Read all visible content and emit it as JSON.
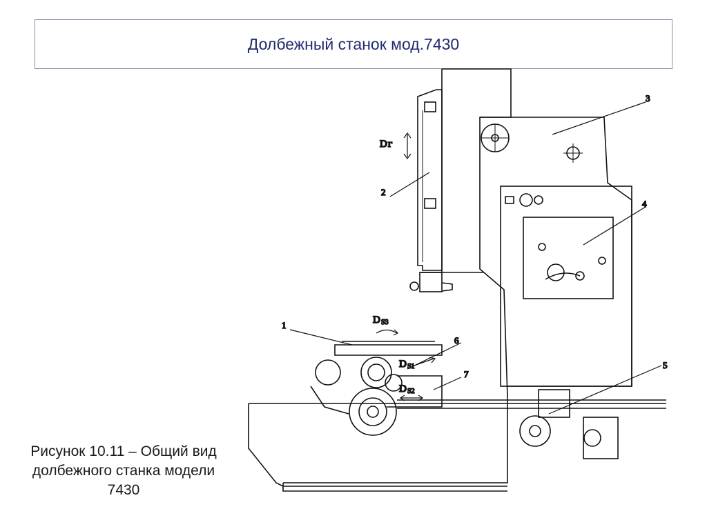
{
  "slide": {
    "title": "Долбежный станок мод.7430",
    "caption_lines": [
      "Рисунок 10.11 – Общий вид",
      "долбежного станка модели",
      "7430"
    ]
  },
  "figure": {
    "callouts": [
      "1",
      "2",
      "3",
      "4",
      "5",
      "6",
      "7"
    ],
    "motions": {
      "main_base": "D",
      "main_sub": "г",
      "s1_base": "D",
      "s1_sub": "S1",
      "s2_base": "D",
      "s2_sub": "S2",
      "s3_base": "D",
      "s3_sub": "S3"
    }
  }
}
